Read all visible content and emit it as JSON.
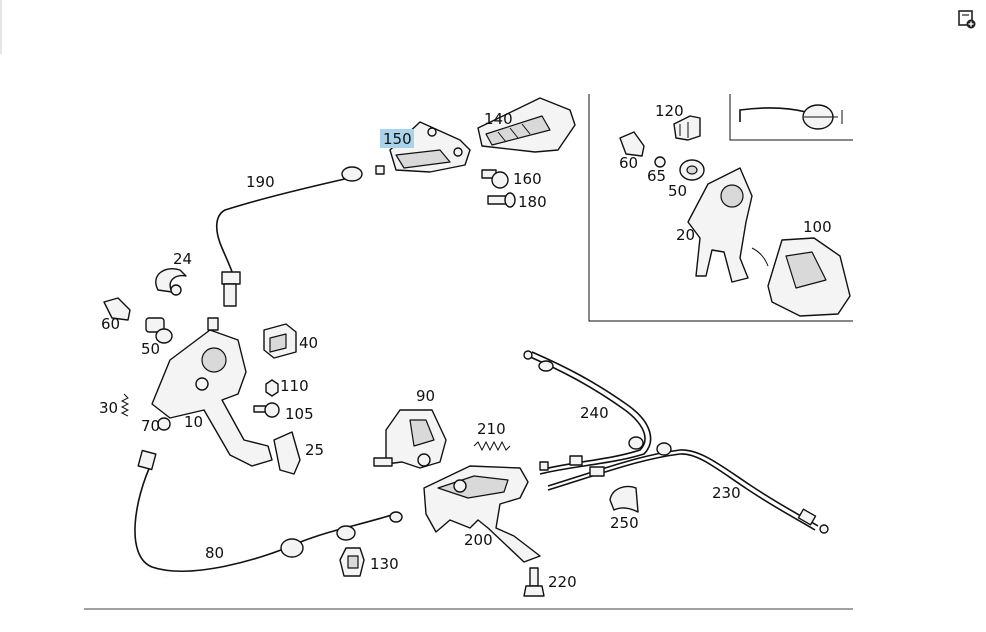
{
  "diagram": {
    "callouts": [
      {
        "id": "c150",
        "text": "150",
        "highlighted": true
      },
      {
        "id": "c140",
        "text": "140"
      },
      {
        "id": "c160",
        "text": "160"
      },
      {
        "id": "c180",
        "text": "180"
      },
      {
        "id": "c190",
        "text": "190"
      },
      {
        "id": "c24",
        "text": "24"
      },
      {
        "id": "c60a",
        "text": "60"
      },
      {
        "id": "c50a",
        "text": "50"
      },
      {
        "id": "c40",
        "text": "40"
      },
      {
        "id": "c110",
        "text": "110"
      },
      {
        "id": "c105",
        "text": "105"
      },
      {
        "id": "c30",
        "text": "30"
      },
      {
        "id": "c70",
        "text": "70"
      },
      {
        "id": "c10",
        "text": "10"
      },
      {
        "id": "c25",
        "text": "25"
      },
      {
        "id": "c90",
        "text": "90"
      },
      {
        "id": "c210",
        "text": "210"
      },
      {
        "id": "c240",
        "text": "240"
      },
      {
        "id": "c230",
        "text": "230"
      },
      {
        "id": "c250",
        "text": "250"
      },
      {
        "id": "c200",
        "text": "200"
      },
      {
        "id": "c80",
        "text": "80"
      },
      {
        "id": "c130",
        "text": "130"
      },
      {
        "id": "c220",
        "text": "220"
      },
      {
        "id": "c120",
        "text": "120"
      },
      {
        "id": "c60b",
        "text": "60"
      },
      {
        "id": "c65",
        "text": "65"
      },
      {
        "id": "c50b",
        "text": "50"
      },
      {
        "id": "c20",
        "text": "20"
      },
      {
        "id": "c100",
        "text": "100"
      }
    ],
    "highlight_color": "#a9d3ea",
    "line_color": "#111111"
  },
  "toolbar": {
    "icon": "add-to-list-icon"
  }
}
